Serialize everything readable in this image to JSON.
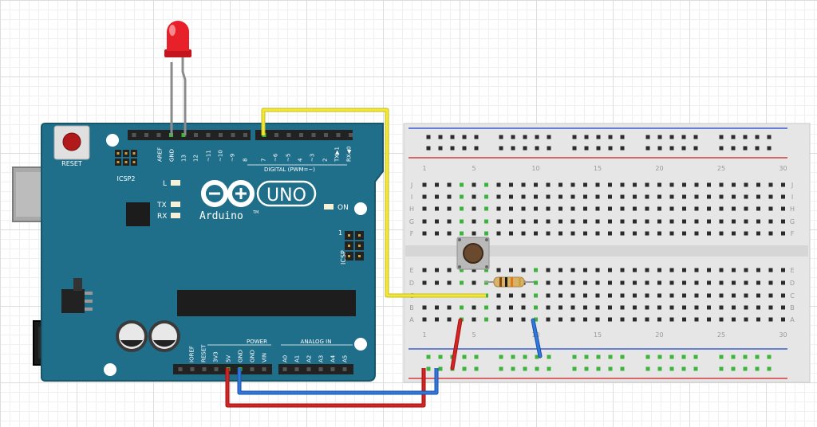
{
  "colors": {
    "board": "#1f6f8b",
    "board_edge": "#16556b",
    "header": "#222222",
    "breadboard": "#e9e9e9",
    "rail_blue": "#3d5fd1",
    "rail_red": "#d23c3c",
    "hole_green": "#3cb43c",
    "wire_yellow": "#f0e52a",
    "wire_red": "#c41f1f",
    "wire_blue": "#2a6fd0",
    "led": "#e8202a"
  },
  "icons": [
    "arduino-infinity-logo",
    "reset-button-icon",
    "push-button-icon",
    "resistor-icon",
    "led-icon",
    "capacitor-icon"
  ],
  "board": {
    "reset_label": "RESET",
    "icsp2_label": "ICSP2",
    "icsp_label": "ICSP",
    "icsp_pin1": "1",
    "logo_uno": "UNO",
    "logo_name": "Arduino",
    "logo_tm": "TM",
    "led_l": "L",
    "led_tx": "TX",
    "led_rx": "RX",
    "led_on": "ON",
    "digital_label": "DIGITAL (PWM=~)",
    "power_label": "POWER",
    "analog_label": "ANALOG IN",
    "digital_pins": [
      "AREF",
      "GND",
      "13",
      "12",
      "~11",
      "~10",
      "~9",
      "8",
      "7",
      "~6",
      "~5",
      "4",
      "~3",
      "2",
      "TX▶1",
      "RX◀0"
    ],
    "power_pins": [
      "IOREF",
      "RESET",
      "3V3",
      "5V",
      "GND",
      "GND",
      "VIN"
    ],
    "analog_pins": [
      "A0",
      "A1",
      "A2",
      "A3",
      "A4",
      "A5"
    ]
  },
  "breadboard": {
    "column_numbers": [
      "1",
      "5",
      "10",
      "15",
      "20",
      "25",
      "30"
    ],
    "rows_top": [
      "J",
      "I",
      "H",
      "G",
      "F"
    ],
    "rows_bottom": [
      "E",
      "D",
      "C",
      "B",
      "A"
    ]
  }
}
